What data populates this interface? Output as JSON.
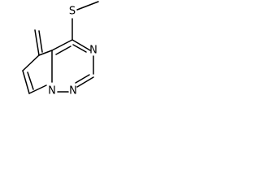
{
  "structure": {
    "atoms": {
      "sulfur": "S",
      "nitrogen_top": "N",
      "nitrogen_bottom_left": "N",
      "nitrogen_bottom_right": "N"
    },
    "colors": {
      "bond": "#000000",
      "background": "#ffffff"
    }
  }
}
